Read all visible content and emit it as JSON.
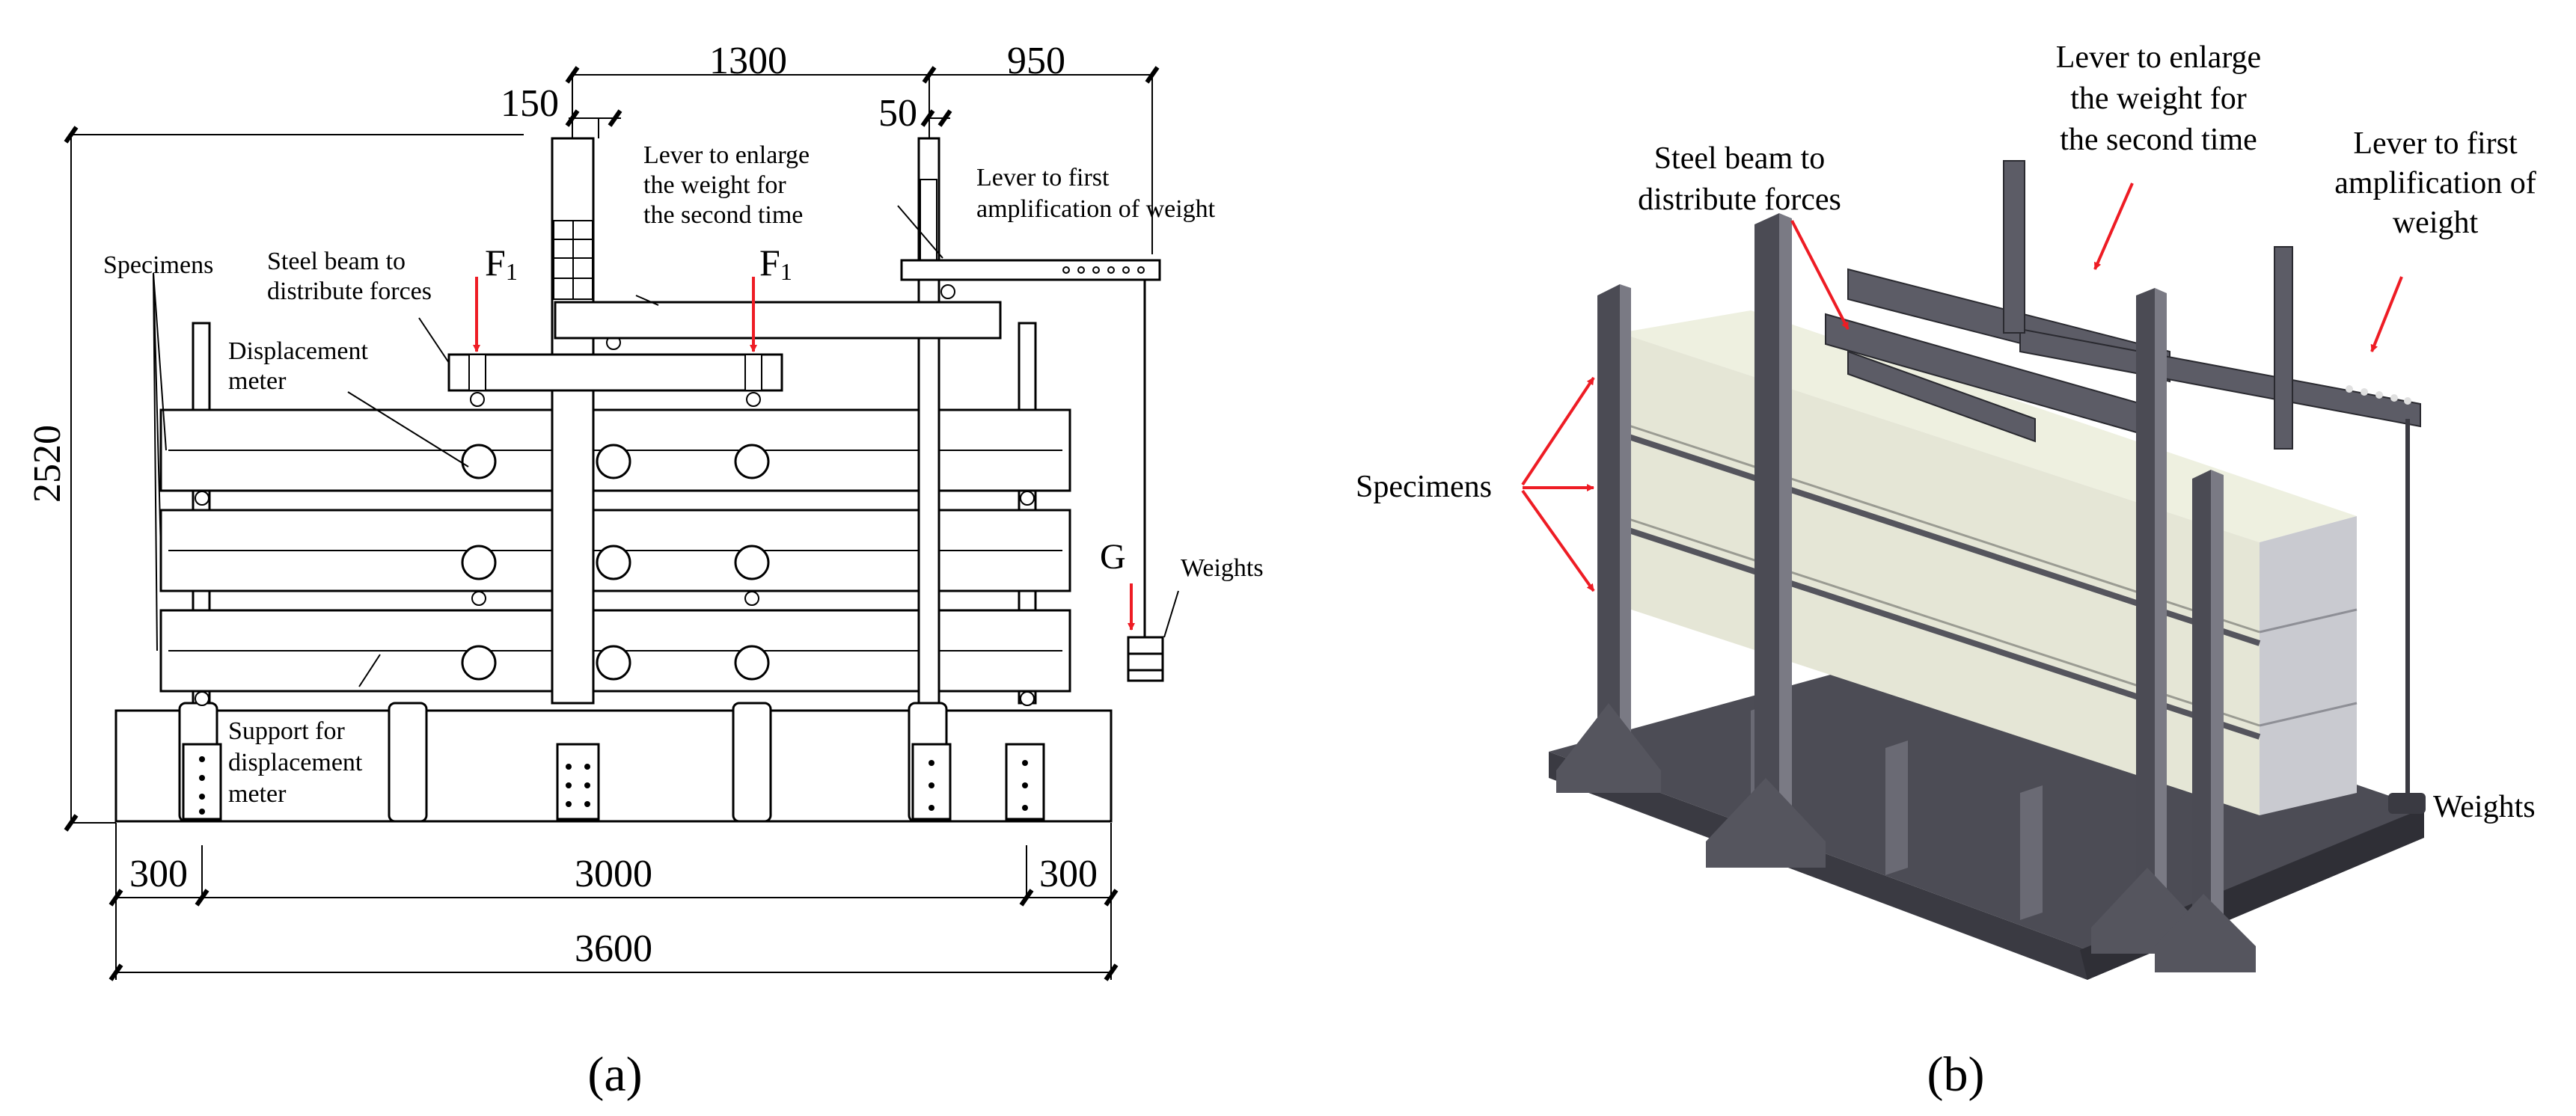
{
  "panel_a": {
    "caption": "(a)",
    "dimensions": {
      "d1300": "1300",
      "d950": "950",
      "d150": "150",
      "d50": "50",
      "d2520": "2520",
      "d300_left": "300",
      "d3000": "3000",
      "d300_right": "300",
      "d3600": "3600"
    },
    "labels": {
      "lever_second_1": "Lever to enlarge",
      "lever_second_2": "the weight for",
      "lever_second_3": "the second time",
      "lever_first_1": "Lever to first",
      "lever_first_2": "amplification of weight",
      "specimens": "Specimens",
      "steel_beam_1": "Steel beam to",
      "steel_beam_2": "distribute forces",
      "force_left_main": "F",
      "force_left_sub": "1",
      "force_right_main": "F",
      "force_right_sub": "1",
      "disp_meter_1": "Displacement",
      "disp_meter_2": "meter",
      "g_label": "G",
      "weights": "Weights",
      "support_1": "Support for",
      "support_2": "displacement",
      "support_3": "meter"
    }
  },
  "panel_b": {
    "caption": "(b)",
    "labels": {
      "lever_second_1": "Lever to enlarge",
      "lever_second_2": "the weight for",
      "lever_second_3": "the second time",
      "steel_beam_1": "Steel beam to",
      "steel_beam_2": "distribute forces",
      "lever_first_1": "Lever to first",
      "lever_first_2": "amplification of",
      "lever_first_3": "weight",
      "specimens": "Specimens",
      "weights": "Weights"
    }
  },
  "colors": {
    "arrow": "#ee1c24",
    "line": "#000000",
    "steel": "#5c5c66",
    "steel_light": "#8a8a94",
    "specimen": "#e5e6d6",
    "specimen_end": "#c9cad0"
  }
}
